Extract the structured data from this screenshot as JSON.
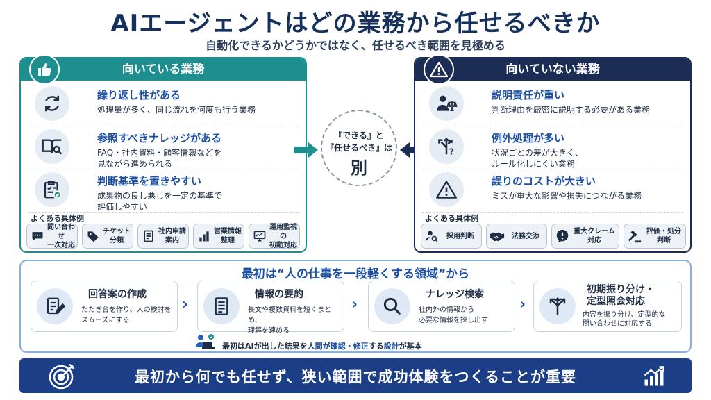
{
  "header": {
    "title": "AIエージェントはどの業務から任せるべきか",
    "subtitle": "自動化できるかどうかではなく、任せるべき範囲を見極める"
  },
  "suitable": {
    "heading": "向いている業務",
    "items": [
      {
        "title": "繰り返し性がある",
        "desc": "処理量が多く、同じ流れを何度も行う業務",
        "icon": "refresh-icon"
      },
      {
        "title": "参照すべきナレッジがある",
        "desc_line1": "FAQ・社内資料・顧客情報などを",
        "desc_line2": "見ながら進められる",
        "icon": "book-search-icon"
      },
      {
        "title": "判断基準を置きやすい",
        "desc_line1": "成果物の良し悪しを一定の基準で",
        "desc_line2": "評価しやすい",
        "icon": "checklist-icon"
      }
    ],
    "examples_label": "よくある具体例",
    "examples": [
      {
        "line1": "問い合わせ",
        "line2": "一次対応",
        "icon": "chat-icon"
      },
      {
        "line1": "チケット",
        "line2": "分類",
        "icon": "tag-icon"
      },
      {
        "line1": "社内申請",
        "line2": "案内",
        "icon": "document-icon"
      },
      {
        "line1": "営業情報",
        "line2": "整理",
        "icon": "bar-chart-icon"
      },
      {
        "line1": "運用監視の",
        "line2": "初動対応",
        "icon": "monitor-icon"
      }
    ]
  },
  "unsuitable": {
    "heading": "向いていない業務",
    "items": [
      {
        "title": "説明責任が重い",
        "desc": "判断理由を厳密に説明する必要がある業務",
        "icon": "person-scale-icon"
      },
      {
        "title": "例外処理が多い",
        "desc_line1": "状況ごとの差が大きく、",
        "desc_line2": "ルール化しにくい業務",
        "icon": "branch-question-icon"
      },
      {
        "title": "誤りのコストが大きい",
        "desc": "ミスが重大な影響や損失につながる業務",
        "icon": "warning-icon"
      }
    ],
    "examples_label": "よくある具体例",
    "examples": [
      {
        "line1": "採用判断",
        "line2": "",
        "icon": "person-search-icon"
      },
      {
        "line1": "法務交渉",
        "line2": "",
        "icon": "handshake-icon"
      },
      {
        "line1": "重大クレーム",
        "line2": "対応",
        "icon": "alert-bubble-icon"
      },
      {
        "line1": "評価・処分",
        "line2": "判断",
        "icon": "gavel-icon"
      }
    ]
  },
  "center": {
    "line1": "『できる』と",
    "line2": "『任せるべき』は",
    "big": "別"
  },
  "flow": {
    "title": "最初は“人の仕事を一段軽くする領域”から",
    "steps": [
      {
        "title": "回答案の作成",
        "desc_line1": "たたき台を作り、人の検討を",
        "desc_line2": "スムーズにする",
        "icon": "edit-document-icon"
      },
      {
        "title": "情報の要約",
        "desc_line1": "長文や複数資料を短くまとめ、",
        "desc_line2": "理解を速める",
        "icon": "summary-document-icon"
      },
      {
        "title": "ナレッジ検索",
        "desc_line1": "社内外の情報から",
        "desc_line2": "必要な情報を探し出す",
        "icon": "magnifier-icon"
      },
      {
        "title_line1": "初期振り分け・",
        "title_line2": "定型照会対応",
        "desc_line1": "内容を振り分け、定型的な",
        "desc_line2": "問い合わせに対応する",
        "icon": "split-arrows-icon"
      }
    ],
    "note_pre": "最初はAIが出した結果を",
    "note_hl": "人間が確認・修正",
    "note_mid": "する",
    "note_hl2": "設計",
    "note_post": "が基本"
  },
  "banner": {
    "text": "最初から何でも任せず、狭い範囲で成功体験をつくることが重要"
  },
  "colors": {
    "teal": "#1e8f8e",
    "navy": "#1c2d55",
    "blue": "#1c4fa0",
    "banner": "#1c3e86"
  }
}
